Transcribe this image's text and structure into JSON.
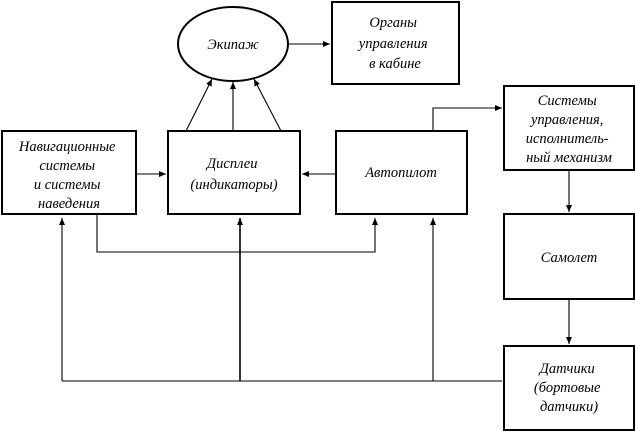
{
  "nodes": {
    "crew": {
      "label": "Экипаж"
    },
    "cockpit_controls": {
      "lines": [
        "Органы",
        "управления",
        "в кабине"
      ]
    },
    "navigation": {
      "lines": [
        "Навигационные",
        "системы",
        "и системы",
        "наведения"
      ]
    },
    "displays": {
      "lines": [
        "Дисплеи",
        "(индикаторы)"
      ]
    },
    "autopilot": {
      "label": "Автопилот"
    },
    "control_systems": {
      "lines": [
        "Системы",
        "управления,",
        "исполнитель-",
        "ный механизм"
      ]
    },
    "aircraft": {
      "label": "Самолет"
    },
    "sensors": {
      "lines": [
        "Датчики",
        "(бортовые",
        "датчики)"
      ]
    }
  },
  "colors": {
    "stroke": "#000000",
    "background": "#ffffff"
  }
}
